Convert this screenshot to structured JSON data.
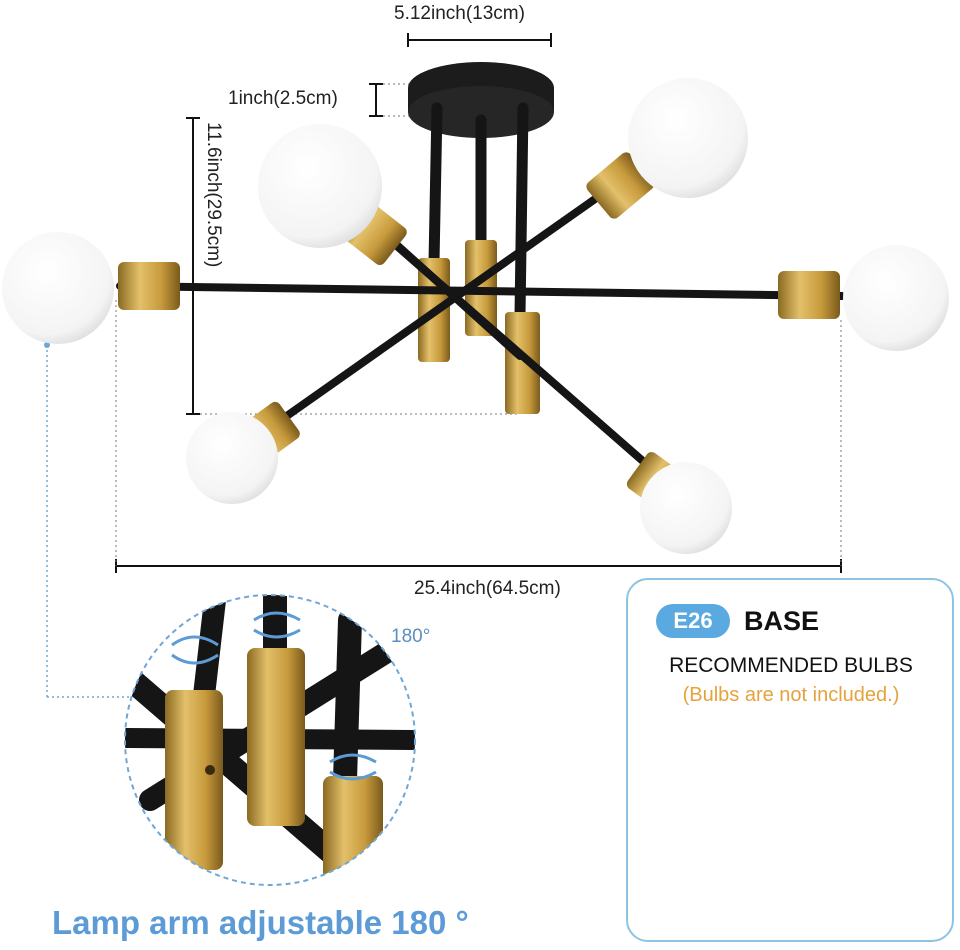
{
  "dimensions": {
    "width_label": "5.12inch(13cm)",
    "canopy_label": "1inch(2.5cm)",
    "height_label": "11.6inch(29.5cm)",
    "span_label": "25.4inch(64.5cm)"
  },
  "detail": {
    "angle_label": "180°",
    "caption": "Lamp arm adjustable 180 °"
  },
  "bulb_panel": {
    "badge": "E26",
    "title": "BASE",
    "subtitle": "RECOMMENDED BULBS",
    "note": "(Bulbs are not included.)"
  },
  "colors": {
    "arm": "#151515",
    "brass": "#c9a24a",
    "accent_blue": "#5c9bd6",
    "note_orange": "#e6a23c"
  }
}
